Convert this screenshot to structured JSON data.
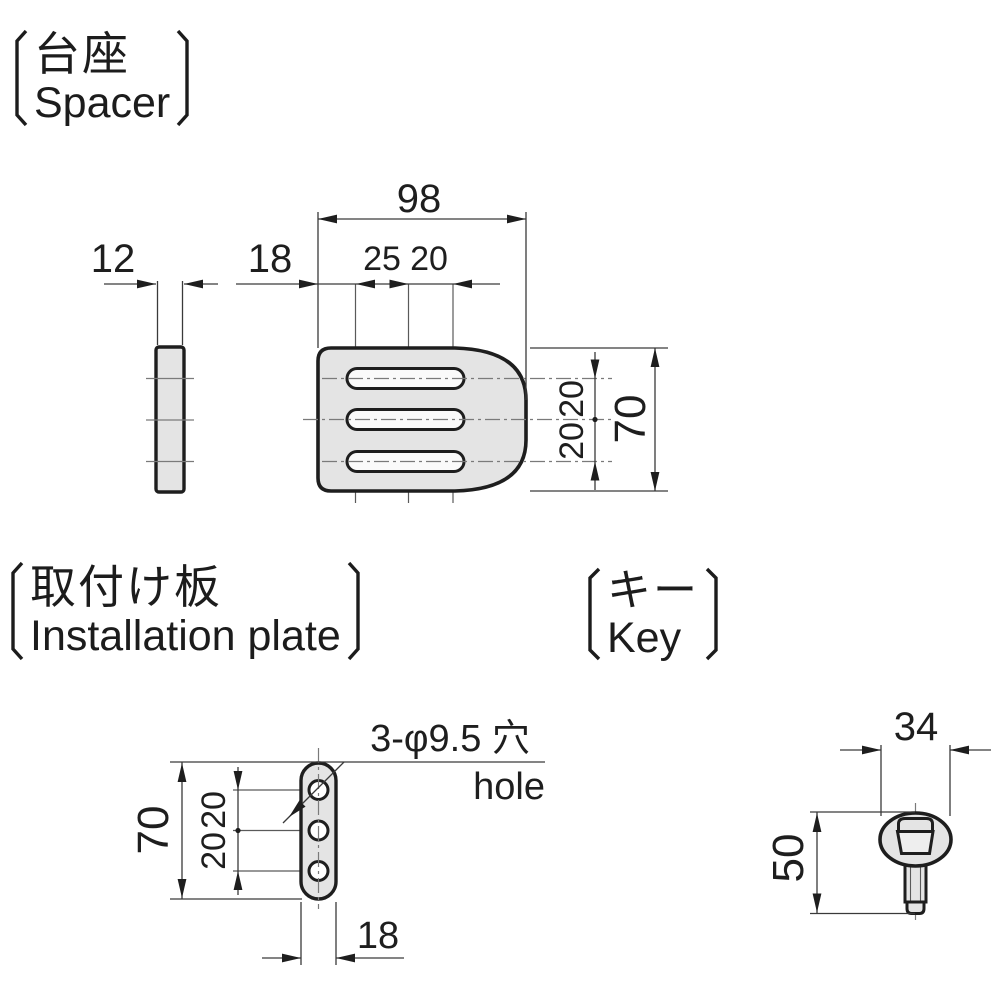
{
  "titles": {
    "spacer": {
      "ja": "台座",
      "en": "Spacer"
    },
    "installation_plate": {
      "ja": "取付け板",
      "en": "Installation plate"
    },
    "key": {
      "ja": "キー",
      "en": "Key"
    }
  },
  "spacer_view": {
    "thickness": "12",
    "edge_offset": "18",
    "width": "98",
    "slot_pitch_1": "25",
    "slot_pitch_2": "20",
    "hole_pitch_top": "20",
    "hole_pitch_bottom": "20",
    "height": "70"
  },
  "plate_view": {
    "height": "70",
    "hole_pitch_top": "20",
    "hole_pitch_bottom": "20",
    "width": "18",
    "hole_note_ja": "3-φ9.5 穴",
    "hole_note_en": "hole"
  },
  "key_view": {
    "width": "34",
    "height": "50"
  },
  "colors": {
    "outline": "#1e1e1e",
    "dimension_line": "#3a3a3a",
    "centerline": "#7a7a7a",
    "part_fill": "#e4e4e4",
    "background": "#ffffff"
  }
}
